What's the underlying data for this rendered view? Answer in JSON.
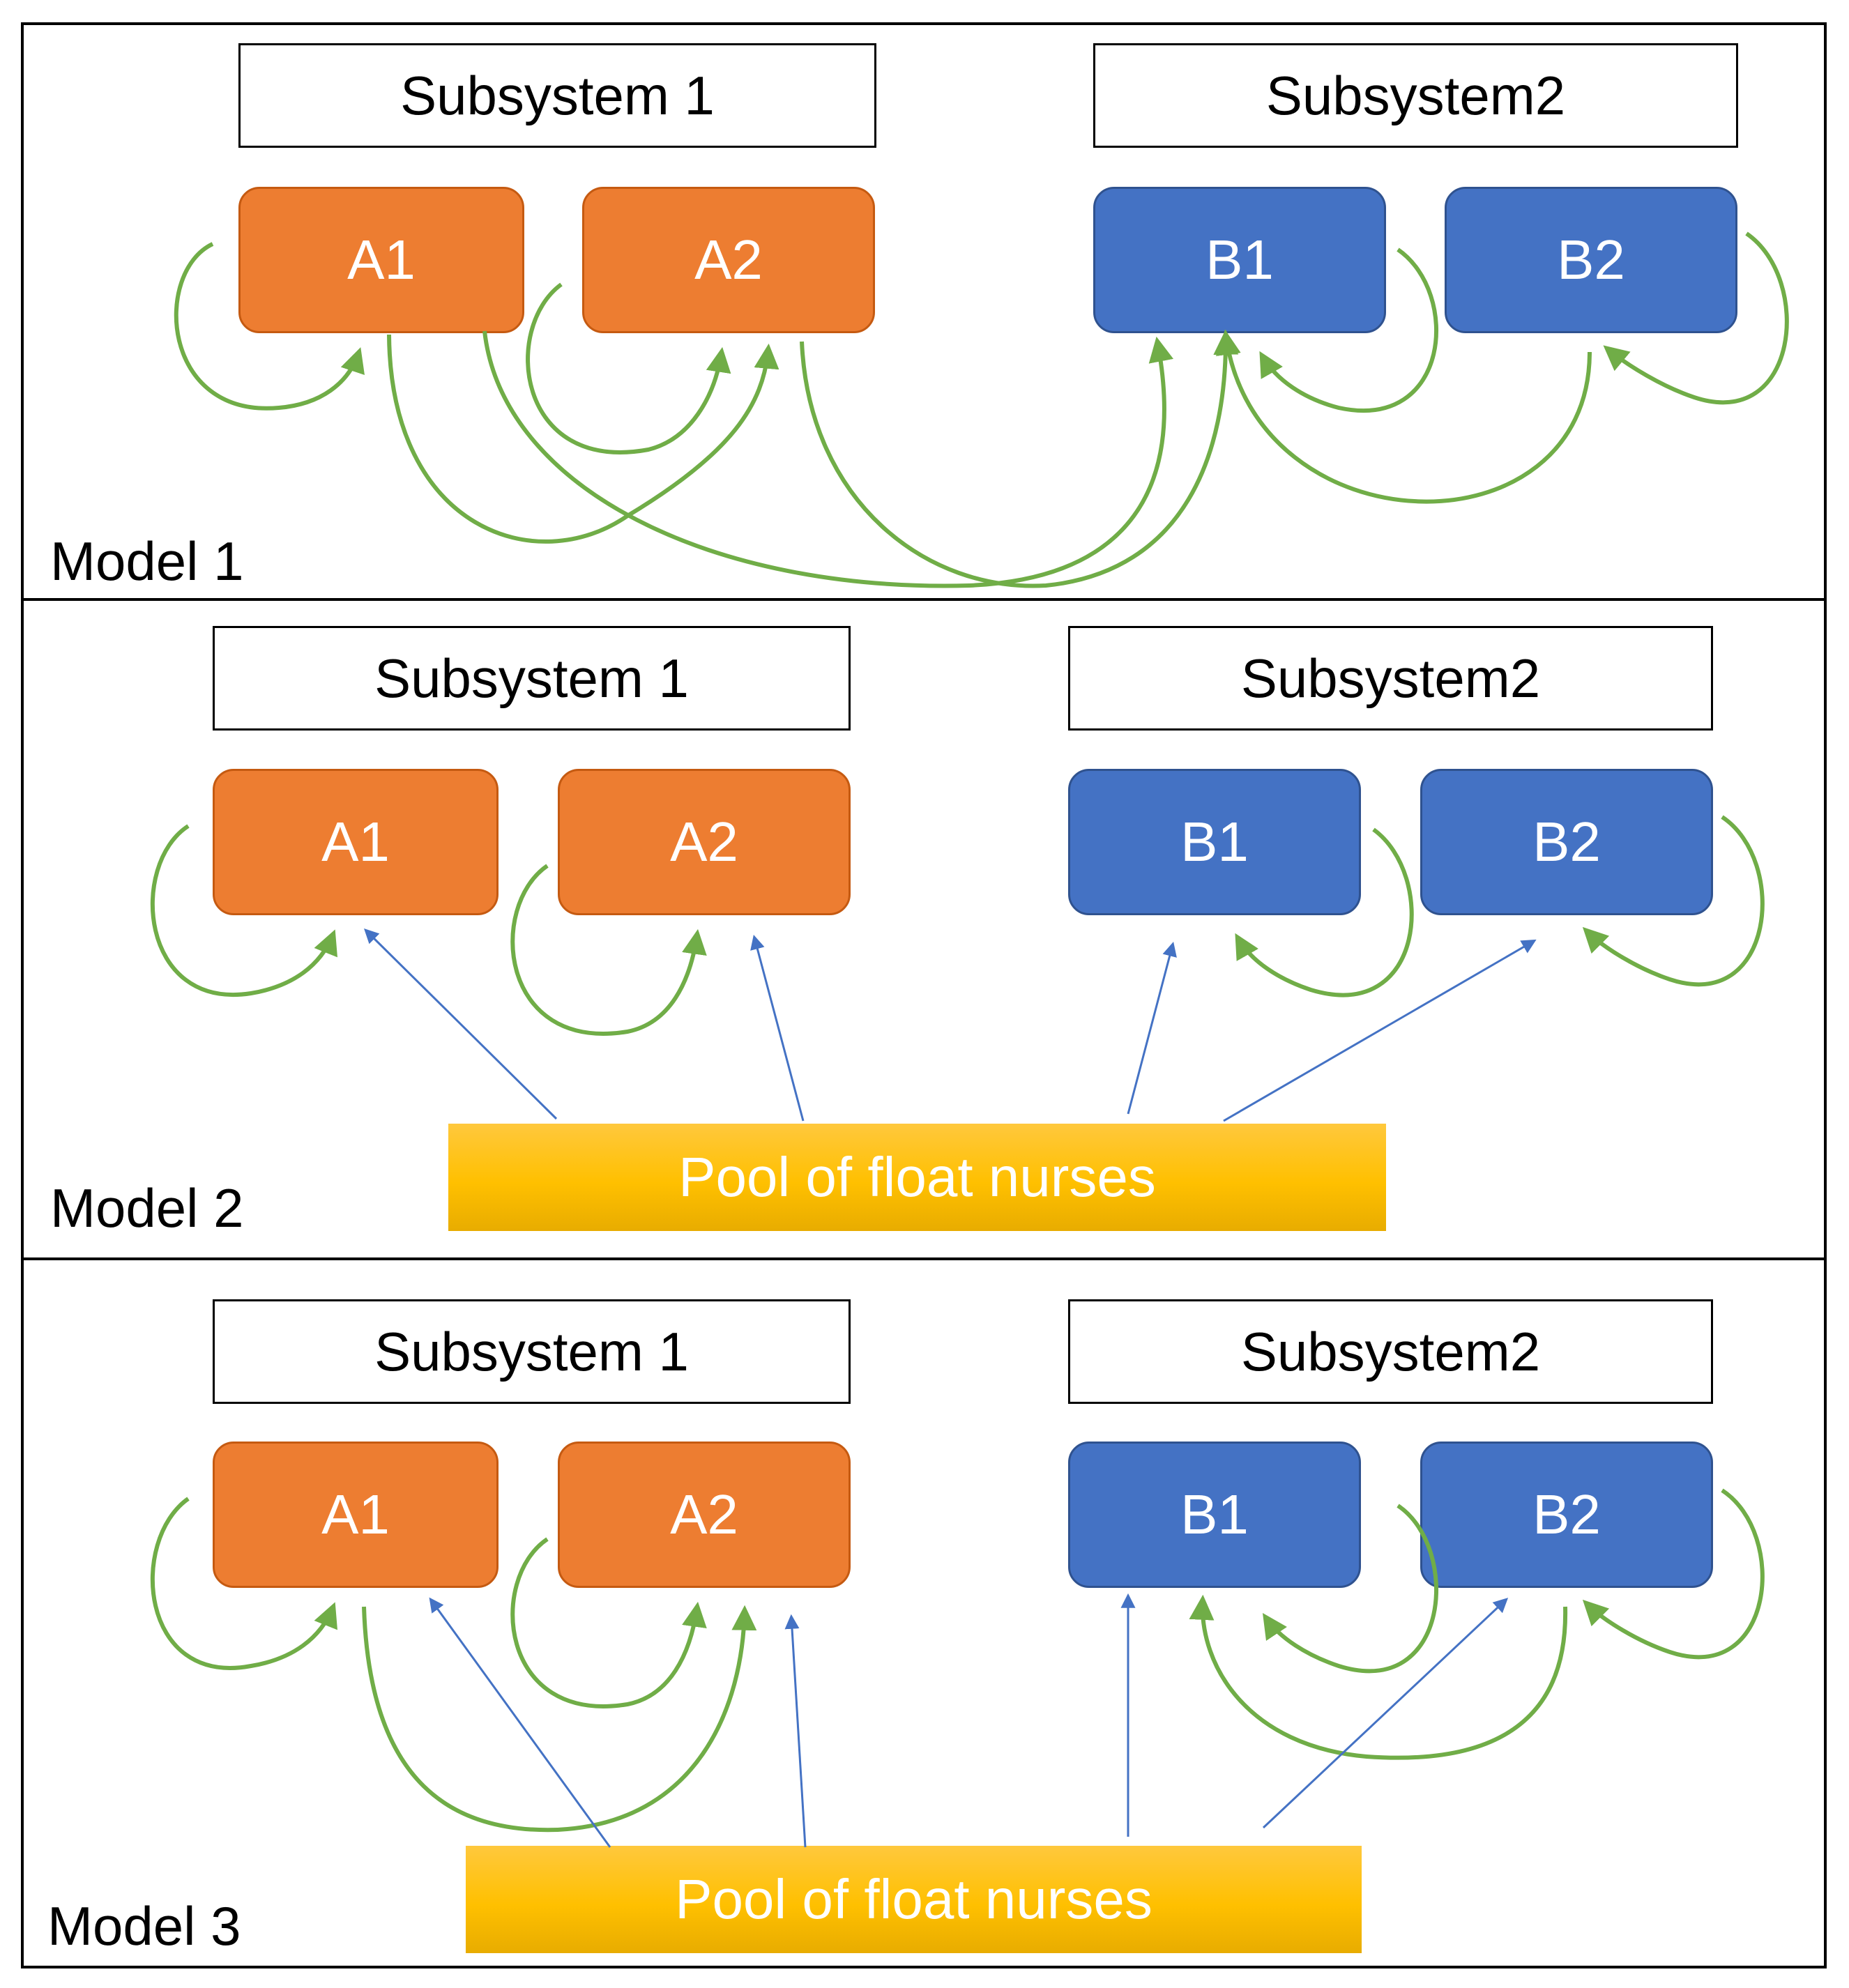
{
  "colors": {
    "subsystem1_node": "#ED7D31",
    "subsystem2_node": "#4472C4",
    "pool": "#FFC000",
    "green_arrow": "#70AD47",
    "blue_arrow": "#4472C4"
  },
  "models": [
    {
      "label": "Model 1",
      "subsystem1": {
        "title": "Subsystem 1",
        "nodes": [
          "A1",
          "A2"
        ]
      },
      "subsystem2": {
        "title": "Subsystem2",
        "nodes": [
          "B1",
          "B2"
        ]
      }
    },
    {
      "label": "Model 2",
      "subsystem1": {
        "title": "Subsystem 1",
        "nodes": [
          "A1",
          "A2"
        ]
      },
      "subsystem2": {
        "title": "Subsystem2",
        "nodes": [
          "B1",
          "B2"
        ]
      },
      "pool": "Pool of float nurses"
    },
    {
      "label": "Model 3",
      "subsystem1": {
        "title": "Subsystem 1",
        "nodes": [
          "A1",
          "A2"
        ]
      },
      "subsystem2": {
        "title": "Subsystem2",
        "nodes": [
          "B1",
          "B2"
        ]
      },
      "pool": "Pool of float nurses"
    }
  ]
}
